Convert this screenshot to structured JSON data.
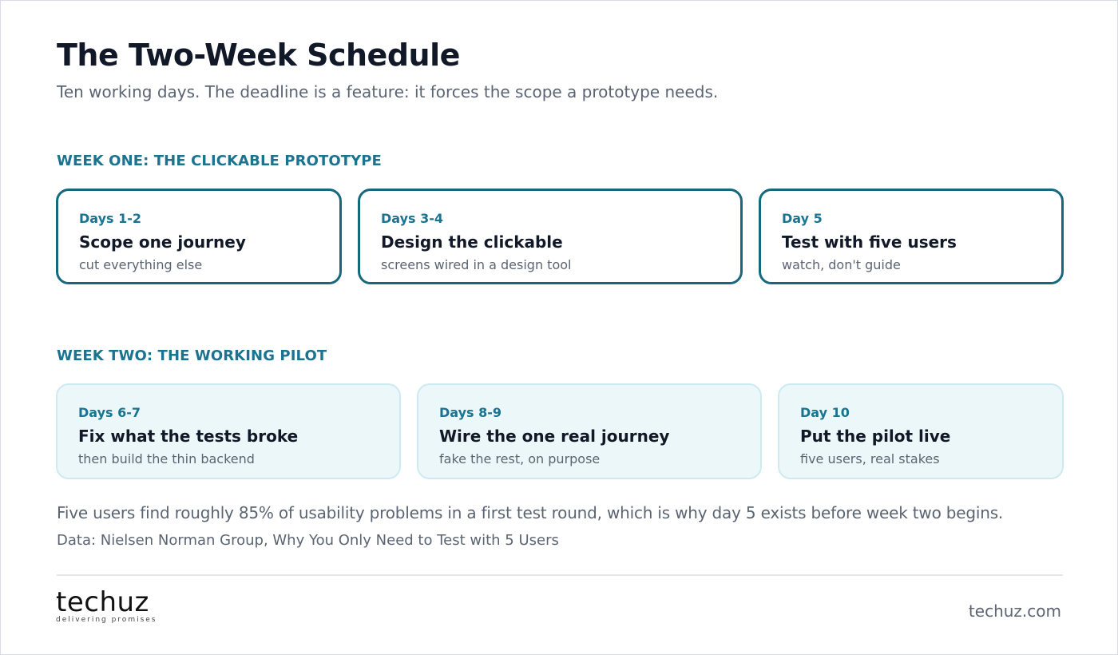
{
  "header": {
    "title": "The Two-Week Schedule",
    "subtitle": "Ten working days. The deadline is a feature: it forces the scope a prototype needs."
  },
  "week_one": {
    "label": "WEEK ONE: THE CLICKABLE PROTOTYPE",
    "cards": [
      {
        "days": "Days 1-2",
        "heading": "Scope one journey",
        "sub": "cut everything else"
      },
      {
        "days": "Days 3-4",
        "heading": "Design the clickable",
        "sub": "screens wired in a design tool"
      },
      {
        "days": "Day 5",
        "heading": "Test with five users",
        "sub": "watch, don't guide"
      }
    ]
  },
  "week_two": {
    "label": "WEEK TWO: THE WORKING PILOT",
    "cards": [
      {
        "days": "Days 6-7",
        "heading": "Fix what the tests broke",
        "sub": "then build the thin backend"
      },
      {
        "days": "Days 8-9",
        "heading": "Wire the one real journey",
        "sub": "fake the rest, on purpose"
      },
      {
        "days": "Day 10",
        "heading": "Put the pilot live",
        "sub": "five users, real stakes"
      }
    ]
  },
  "footer": {
    "note": "Five users find roughly 85% of usability problems in a first test round, which is why day 5 exists before week two begins.",
    "source": "Data: Nielsen Norman Group, Why You Only Need to Test with 5 Users",
    "logo_word": "techuz",
    "logo_tagline": "delivering promises",
    "site": "techuz.com"
  },
  "colors": {
    "accent": "#1a7390",
    "week_one_border": "#17677d",
    "week_two_fill": "#ecf7f9",
    "week_two_border": "#cdeaf1"
  }
}
